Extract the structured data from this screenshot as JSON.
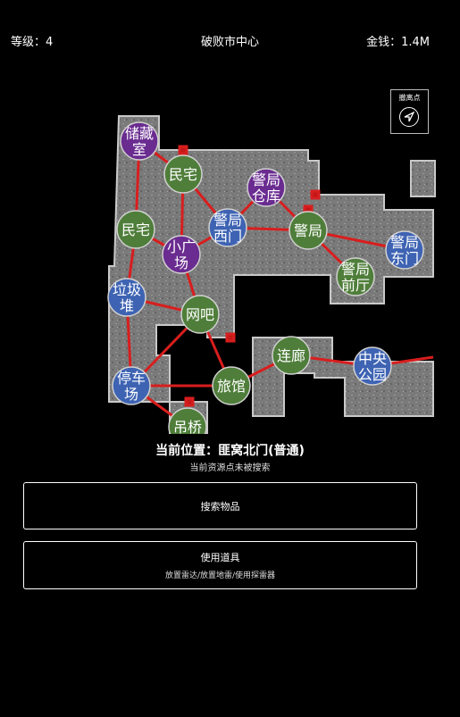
{
  "hud": {
    "level": "等级：4",
    "location": "破败市中心",
    "money": "金钱：1.4M"
  },
  "evac": {
    "label": "撤离点"
  },
  "map": {
    "nodes": [
      {
        "id": "storage",
        "lines": [
          "储藏",
          "室"
        ],
        "type": "purple"
      },
      {
        "id": "house1",
        "lines": [
          "民宅"
        ],
        "type": "green"
      },
      {
        "id": "police-warehouse",
        "lines": [
          "警局",
          "仓库"
        ],
        "type": "purple"
      },
      {
        "id": "house2",
        "lines": [
          "民宅"
        ],
        "type": "green"
      },
      {
        "id": "police-west",
        "lines": [
          "警局",
          "西门"
        ],
        "type": "blue"
      },
      {
        "id": "police",
        "lines": [
          "警局"
        ],
        "type": "green"
      },
      {
        "id": "police-east",
        "lines": [
          "警局",
          "东门"
        ],
        "type": "blue"
      },
      {
        "id": "small-square",
        "lines": [
          "小广",
          "场"
        ],
        "type": "purple"
      },
      {
        "id": "police-front",
        "lines": [
          "警局",
          "前厅"
        ],
        "type": "green"
      },
      {
        "id": "dump",
        "lines": [
          "垃圾",
          "堆"
        ],
        "type": "blue"
      },
      {
        "id": "netcafe",
        "lines": [
          "网吧"
        ],
        "type": "green"
      },
      {
        "id": "corridor",
        "lines": [
          "连廊"
        ],
        "type": "green"
      },
      {
        "id": "central-park",
        "lines": [
          "中央",
          "公园"
        ],
        "type": "blue"
      },
      {
        "id": "parking",
        "lines": [
          "停车",
          "场"
        ],
        "type": "blue"
      },
      {
        "id": "hotel",
        "lines": [
          "旅馆"
        ],
        "type": "green"
      },
      {
        "id": "suspension-bridge",
        "lines": [
          "吊桥"
        ],
        "type": "green"
      }
    ],
    "colors": {
      "green": "#4f7e3a",
      "blue": "#3e63b3",
      "purple": "#6a2c90",
      "edge": "#d81e1e",
      "ground": "#7d7d7d"
    }
  },
  "position": "当前位置：匪窝北门(普通)",
  "status": "当前资源点未被搜索",
  "buttons": {
    "search": "搜索物品",
    "use_item": "使用道具",
    "use_item_sub": "放置雷达/放置地雷/使用探雷器"
  }
}
